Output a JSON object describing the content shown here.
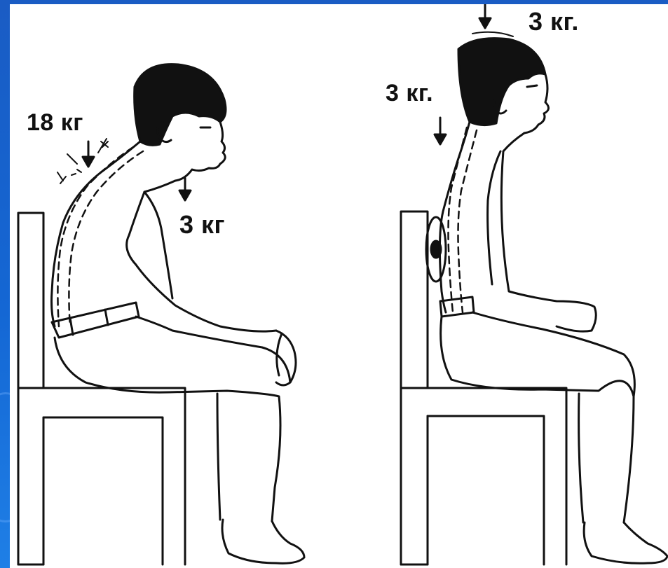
{
  "labels": {
    "slouch_upper_load": "18 кг",
    "slouch_head_load": "3 кг",
    "upright_top_load": "3 кг.",
    "upright_back_load": "3 кг."
  }
}
